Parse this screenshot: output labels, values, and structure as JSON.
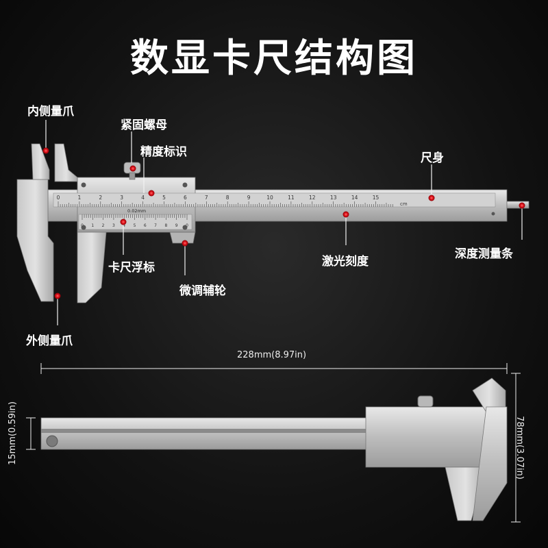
{
  "title": "数显卡尺结构图",
  "labels": {
    "inner_jaw": "内侧量爪",
    "lock_nut": "紧固螺母",
    "precision_mark": "精度标识",
    "ruler_body": "尺身",
    "vernier": "卡尺浮标",
    "fine_wheel": "微调辅轮",
    "laser_scale": "激光刻度",
    "depth_bar": "深度测量条",
    "outer_jaw": "外侧量爪"
  },
  "scale": {
    "ticks": [
      "0",
      "1",
      "2",
      "3",
      "4",
      "5",
      "6",
      "7",
      "8",
      "9",
      "10",
      "11",
      "12",
      "13",
      "14",
      "15"
    ],
    "unit": "cm",
    "precision": "0.02mm",
    "vernier_ticks": [
      "0",
      "1",
      "2",
      "3",
      "4",
      "5",
      "6",
      "7",
      "8",
      "9",
      "0"
    ]
  },
  "dimensions": {
    "length": "228mm(8.97in)",
    "width": "15mm(0.59in)",
    "height": "78mm(3.07in)"
  },
  "colors": {
    "marker": "#e0141c",
    "steel_light": "#d9d9d9",
    "steel_dark": "#9a9a9a"
  }
}
